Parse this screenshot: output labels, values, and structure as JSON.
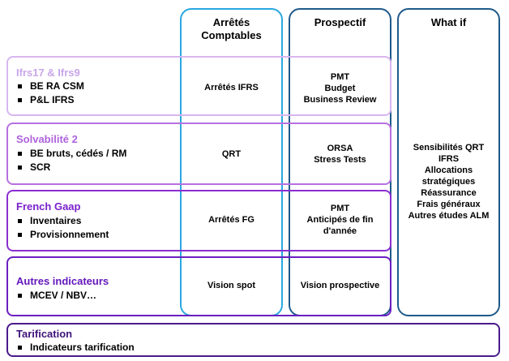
{
  "columns": {
    "arretes": {
      "title_l1": "Arrêtés",
      "title_l2": "Comptables"
    },
    "prospectif": {
      "title": "Prospectif"
    },
    "whatif": {
      "title": "What if"
    }
  },
  "rows": [
    {
      "title": "Ifrs17 & Ifrs9",
      "bullets": [
        "BE RA CSM",
        "P&L IFRS"
      ],
      "arretes": [
        "Arrêtés IFRS"
      ],
      "prospectif": [
        "PMT",
        "Budget",
        "Business Review"
      ]
    },
    {
      "title": "Solvabilité 2",
      "bullets": [
        "BE bruts, cédés / RM",
        "SCR"
      ],
      "arretes": [
        "QRT"
      ],
      "prospectif": [
        "ORSA",
        "Stress Tests"
      ]
    },
    {
      "title": "French Gaap",
      "bullets": [
        "Inventaires",
        "Provisionnement"
      ],
      "arretes": [
        "Arrêtés FG"
      ],
      "prospectif": [
        "PMT",
        "Anticipés de fin",
        "d'année"
      ]
    },
    {
      "title": "Autres indicateurs",
      "bullets": [
        "MCEV / NBV…"
      ],
      "arretes": [
        "Vision spot"
      ],
      "prospectif": [
        "Vision prospective"
      ]
    }
  ],
  "tarification": {
    "title": "Tarification",
    "bullets": [
      "Indicateurs tarification"
    ]
  },
  "whatif_items": [
    "Sensibilités QRT",
    "IFRS",
    "Allocations",
    "stratégiques",
    "Réassurance",
    "Frais généraux",
    "Autres études ALM"
  ],
  "colors": {
    "arretes_border": "#29a8e0",
    "column_border": "#1f5a8a",
    "row1": "#c9a6ea",
    "row2": "#ae62dc",
    "row3": "#7a22cc",
    "row4": "#6418bc",
    "row5": "#3f137a"
  }
}
